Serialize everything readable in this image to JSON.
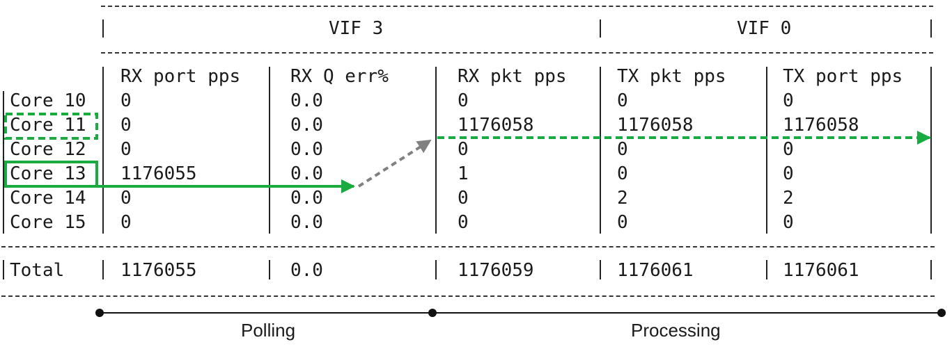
{
  "header": {
    "vif3": "VIF 3",
    "vif0": "VIF 0"
  },
  "columns": [
    "RX port pps",
    "RX Q err%",
    "RX pkt pps",
    "TX pkt pps",
    "TX port pps"
  ],
  "rows": [
    {
      "core": "Core 10",
      "rx_port_pps": "0",
      "rx_q_err": "0.0",
      "rx_pkt_pps": "0",
      "tx_pkt_pps": "0",
      "tx_port_pps": "0"
    },
    {
      "core": "Core 11",
      "rx_port_pps": "0",
      "rx_q_err": "0.0",
      "rx_pkt_pps": "1176058",
      "tx_pkt_pps": "1176058",
      "tx_port_pps": "1176058"
    },
    {
      "core": "Core 12",
      "rx_port_pps": "0",
      "rx_q_err": "0.0",
      "rx_pkt_pps": "0",
      "tx_pkt_pps": "0",
      "tx_port_pps": "0"
    },
    {
      "core": "Core 13",
      "rx_port_pps": "1176055",
      "rx_q_err": "0.0",
      "rx_pkt_pps": "1",
      "tx_pkt_pps": "0",
      "tx_port_pps": "0"
    },
    {
      "core": "Core 14",
      "rx_port_pps": "0",
      "rx_q_err": "0.0",
      "rx_pkt_pps": "0",
      "tx_pkt_pps": "2",
      "tx_port_pps": "2"
    },
    {
      "core": "Core 15",
      "rx_port_pps": "0",
      "rx_q_err": "0.0",
      "rx_pkt_pps": "0",
      "tx_pkt_pps": "0",
      "tx_port_pps": "0"
    }
  ],
  "total": {
    "label": "Total",
    "rx_port_pps": "1176055",
    "rx_q_err": "0.0",
    "rx_pkt_pps": "1176059",
    "tx_pkt_pps": "1176061",
    "tx_port_pps": "1176061"
  },
  "phases": {
    "polling": "Polling",
    "processing": "Processing"
  },
  "colors": {
    "highlight": "#1aab40",
    "transfer": "#808080",
    "text": "#1a1a1a"
  }
}
